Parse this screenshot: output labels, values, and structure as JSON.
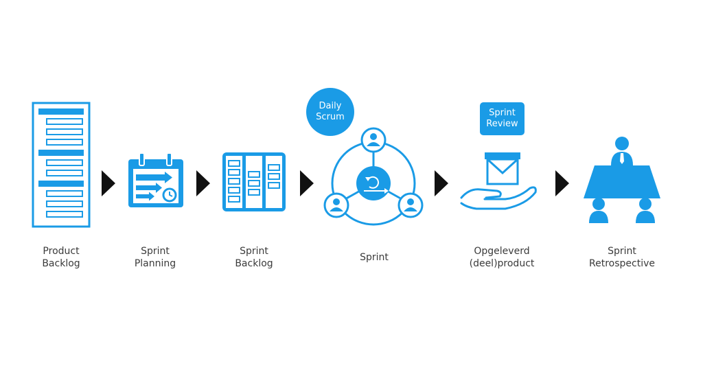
{
  "colors": {
    "accent": "#1a9be6",
    "arrow": "#111111",
    "text": "#3a3a3a"
  },
  "steps": [
    {
      "line1": "Product",
      "line2": "Backlog"
    },
    {
      "line1": "Sprint",
      "line2": "Planning"
    },
    {
      "line1": "Sprint",
      "line2": "Backlog"
    },
    {
      "line1": "Sprint",
      "line2": ""
    },
    {
      "line1": "Opgeleverd",
      "line2": "(deel)product"
    },
    {
      "line1": "Sprint",
      "line2": "Retrospective"
    }
  ],
  "daily_scrum": {
    "line1": "Daily",
    "line2": "Scrum"
  },
  "sprint_review": {
    "line1": "Sprint",
    "line2": "Review"
  },
  "icons": [
    "backlog-list-icon",
    "calendar-planning-icon",
    "task-board-icon",
    "sprint-cycle-icon",
    "hand-box-icon",
    "meeting-table-icon"
  ]
}
